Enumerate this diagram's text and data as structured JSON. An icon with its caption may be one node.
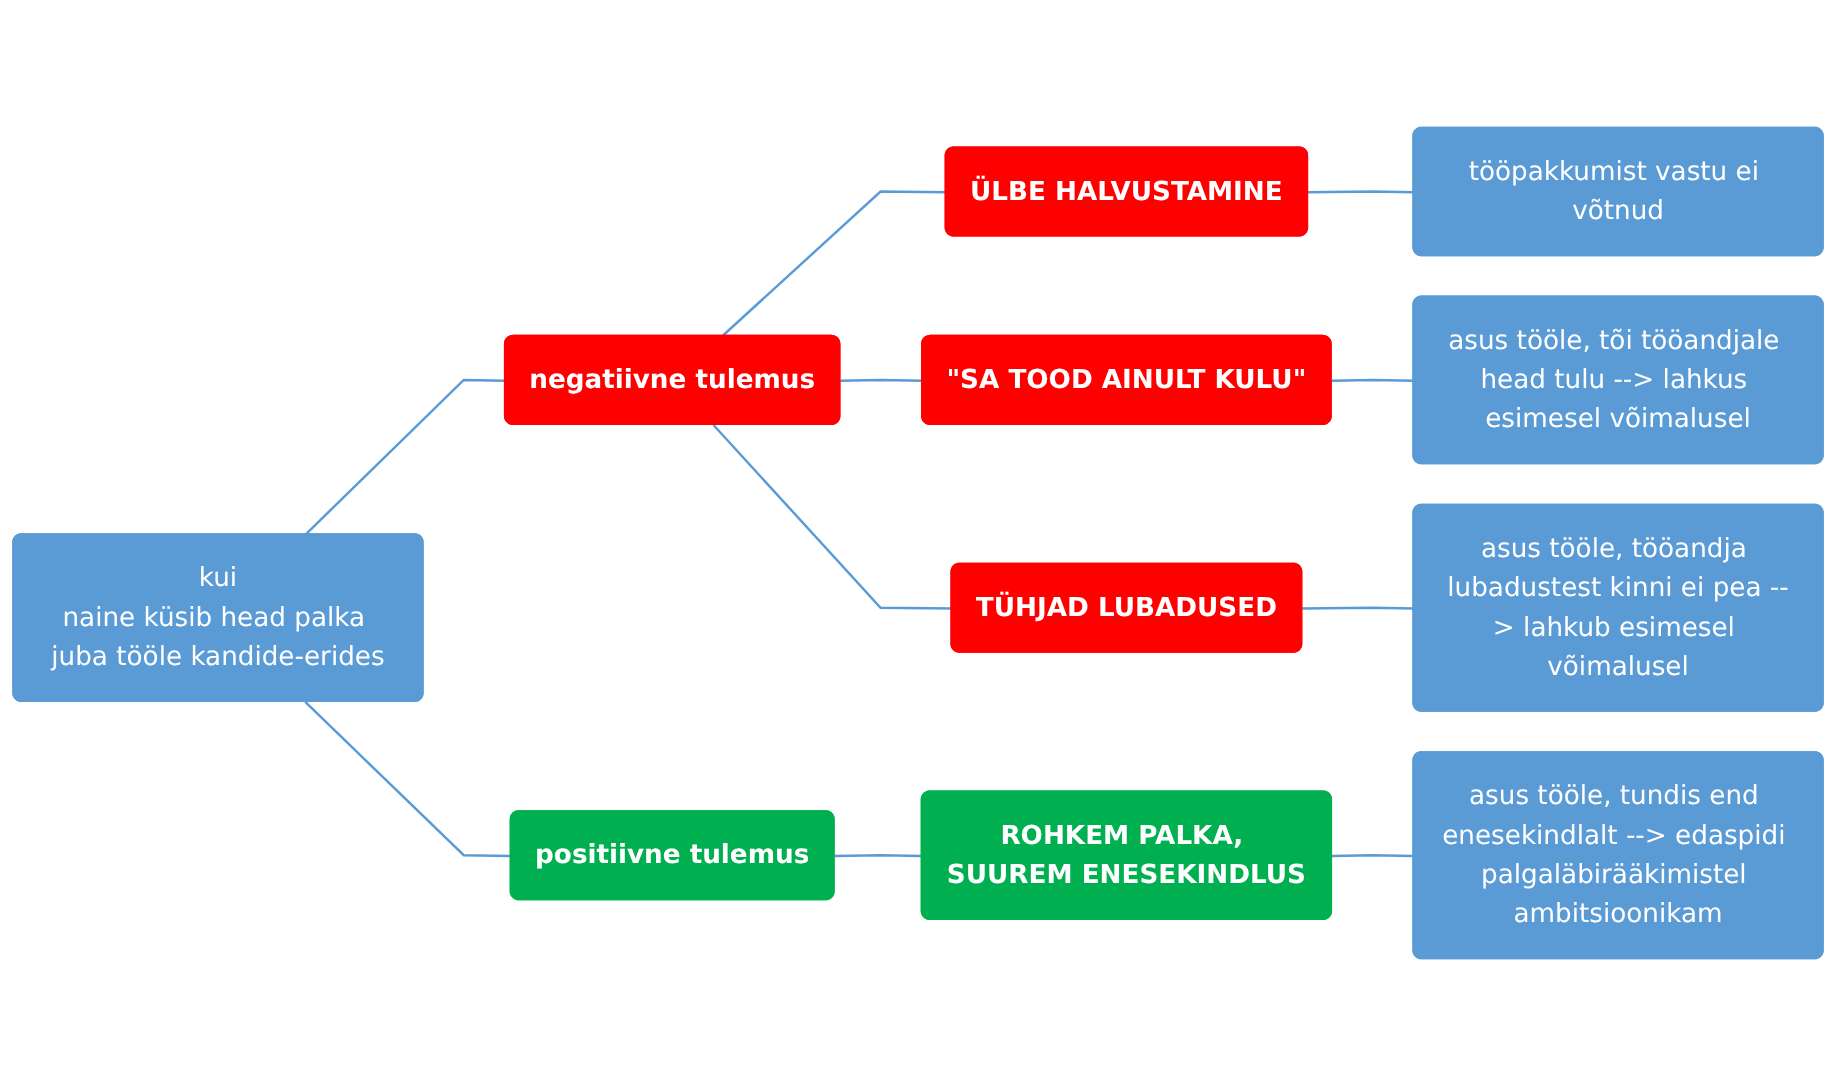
{
  "diagram": {
    "nodes": [
      {
        "text": [
          "kui",
          "naine küsib head palka juba tööle kandide-erides"
        ]
      },
      {
        "text": [
          "negatiivne tulemus"
        ]
      },
      {
        "text": [
          "positiivne tulemus"
        ]
      },
      {
        "text": [
          "ÜLBE HALVUSTAMINE"
        ]
      },
      {
        "text": [
          "\"SA TOOD AINULT KULU\""
        ]
      },
      {
        "text": [
          "TÜHJAD LUBADUSED"
        ]
      },
      {
        "text": [
          "ROHKEM PALKA, SUUREM ENESEKINDLUS"
        ]
      },
      {
        "text": [
          "tööpakkumist vastu ei võtnud"
        ]
      },
      {
        "text": [
          "asus tööle, tõi tööandjale head tulu --> lahkus esimesel võimalusel"
        ]
      },
      {
        "text": [
          "asus tööle, tööandja lubadustest kinni ei pea --> lahkub esimesel võimalusel"
        ]
      },
      {
        "text": [
          "asus tööle, tundis end enesekindlalt --> edaspidi palgaläbirääkimistel ambitsioonikam"
        ]
      }
    ],
    "edges": [
      {
        "from": 0,
        "to": 1,
        "arrow": "none"
      },
      {
        "from": 0,
        "to": 2,
        "arrow": "none"
      },
      {
        "from": 1,
        "to": 3,
        "arrow": "none"
      },
      {
        "from": 1,
        "to": 4,
        "arrow": "none"
      },
      {
        "from": 1,
        "to": 5,
        "arrow": "none"
      },
      {
        "from": 2,
        "to": 6,
        "arrow": "none"
      },
      {
        "from": 3,
        "to": 7,
        "arrow": "none"
      },
      {
        "from": 4,
        "to": 8,
        "arrow": "none"
      },
      {
        "from": 5,
        "to": 9,
        "arrow": "none"
      },
      {
        "from": 6,
        "to": 10,
        "arrow": "none"
      }
    ]
  }
}
